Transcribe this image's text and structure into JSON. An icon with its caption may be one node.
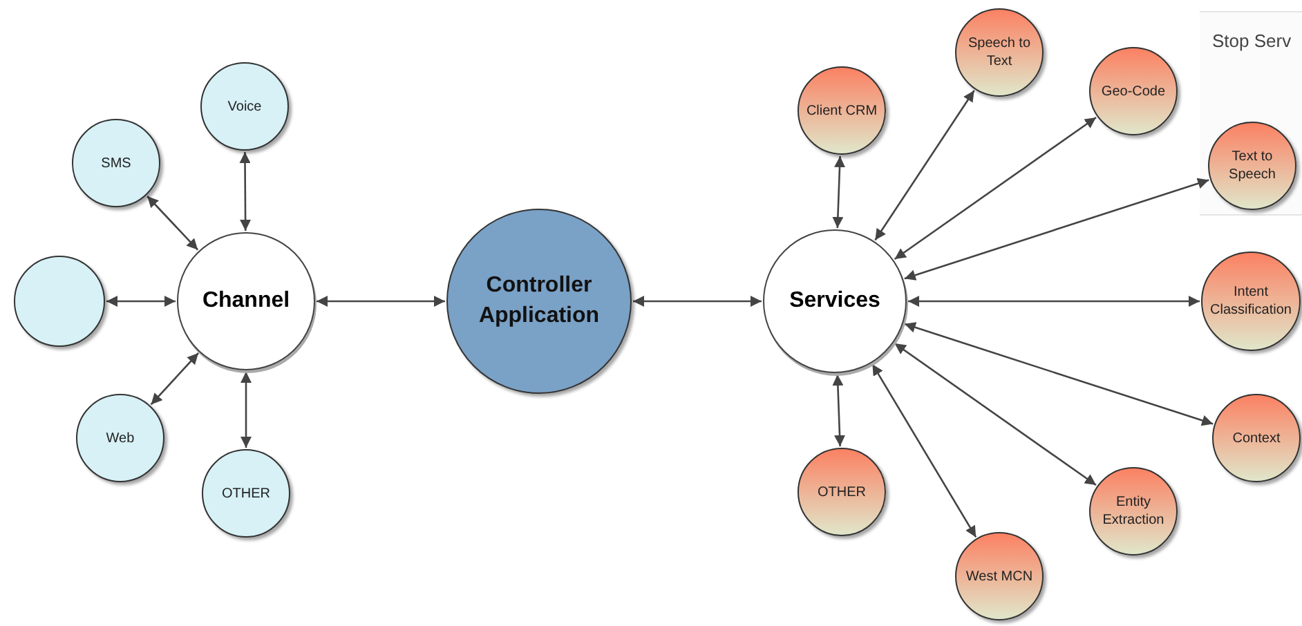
{
  "diagram": {
    "nodes": [
      {
        "text": [
          "Channel"
        ]
      },
      {
        "text": [
          "Voice"
        ]
      },
      {
        "text": [
          "SMS"
        ]
      },
      {
        "text": [],
        "shape": "circle"
      },
      {
        "text": [
          "Web"
        ]
      },
      {
        "text": [
          "OTHER"
        ]
      },
      {
        "text": [
          "Controller Application"
        ]
      },
      {
        "text": [
          "Services"
        ]
      },
      {
        "text": [
          "Client CRM"
        ]
      },
      {
        "text": [
          "Speech to Text"
        ]
      },
      {
        "text": [
          "Geo-Code"
        ]
      },
      {
        "text": [
          "Text to Speech"
        ]
      },
      {
        "text": [
          "Intent Classification"
        ]
      },
      {
        "text": [
          "Context"
        ]
      },
      {
        "text": [
          "Entity Extraction"
        ]
      },
      {
        "text": [
          "West MCN"
        ]
      },
      {
        "text": [
          "OTHER"
        ]
      }
    ],
    "edges": [
      {
        "from": 0,
        "to": 1,
        "arrow": "both"
      },
      {
        "from": 0,
        "to": 2,
        "arrow": "both"
      },
      {
        "from": 0,
        "to": 3,
        "arrow": "both"
      },
      {
        "from": 0,
        "to": 4,
        "arrow": "both"
      },
      {
        "from": 0,
        "to": 5,
        "arrow": "both"
      },
      {
        "from": 0,
        "to": 6,
        "arrow": "both"
      },
      {
        "from": 6,
        "to": 7,
        "arrow": "both"
      },
      {
        "from": 7,
        "to": 8,
        "arrow": "both"
      },
      {
        "from": 7,
        "to": 9,
        "arrow": "both"
      },
      {
        "from": 7,
        "to": 10,
        "arrow": "both"
      },
      {
        "from": 7,
        "to": 11,
        "arrow": "both"
      },
      {
        "from": 7,
        "to": 12,
        "arrow": "both"
      },
      {
        "from": 7,
        "to": 13,
        "arrow": "both"
      },
      {
        "from": 7,
        "to": 14,
        "arrow": "both"
      },
      {
        "from": 7,
        "to": 15,
        "arrow": "both"
      },
      {
        "from": 7,
        "to": 16,
        "arrow": "both"
      }
    ],
    "labels": [
      "Stop Serv"
    ]
  }
}
